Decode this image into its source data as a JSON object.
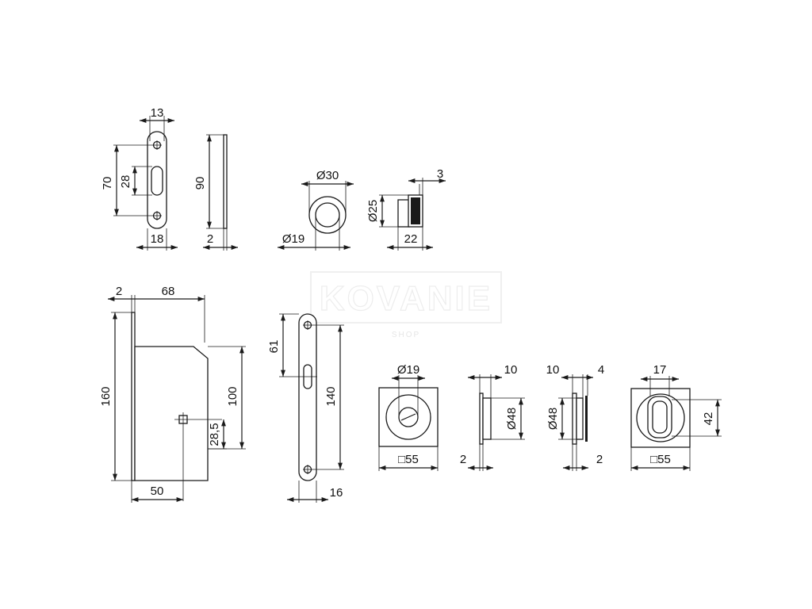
{
  "watermark": {
    "brand": "KOVANIE",
    "sub": "SHOP"
  },
  "strike_plate": {
    "width": "13",
    "overall_height": "70",
    "slot_height": "28",
    "length": "90",
    "depth": "18",
    "thickness": "2"
  },
  "cup": {
    "outer_diameter": "Ø30",
    "inner_diameter": "Ø19"
  },
  "knob": {
    "diameter": "Ø25",
    "step": "3",
    "length": "22"
  },
  "lock_body": {
    "faceplate_thickness": "2",
    "case_depth": "68",
    "height": "160",
    "case_height": "100",
    "backset": "50",
    "spindle_height": "28,5"
  },
  "faceplate": {
    "spindle_offset": "61",
    "screw_spacing": "140",
    "width": "16"
  },
  "rose_emergency": {
    "spindle_diameter": "Ø19",
    "size": "□55"
  },
  "rose_side_left": {
    "depth": "10",
    "diameter": "Ø48",
    "plate": "2"
  },
  "rose_side_right": {
    "depth": "10",
    "thickness": "4",
    "diameter": "Ø48",
    "plate": "2"
  },
  "rose_thumbturn": {
    "slot_width": "17",
    "slot_height": "42",
    "size": "□55"
  }
}
